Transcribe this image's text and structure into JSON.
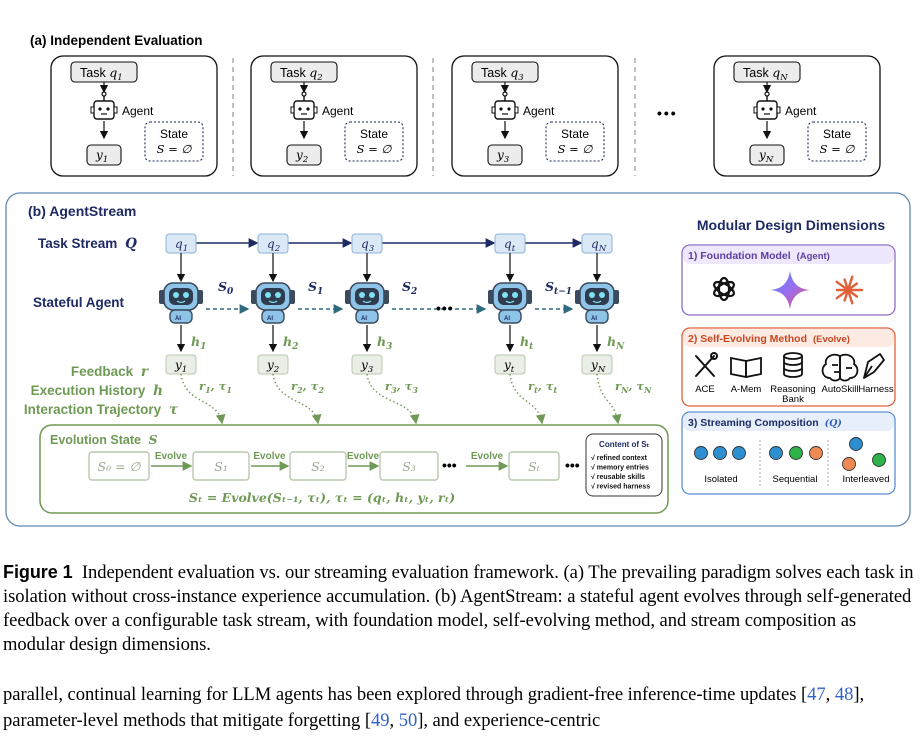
{
  "panel_a": {
    "title": "(a) Independent Evaluation",
    "cards": [
      {
        "task": "Task",
        "sub": "1",
        "out_sub": "1"
      },
      {
        "task": "Task",
        "sub": "2",
        "out_sub": "2"
      },
      {
        "task": "Task",
        "sub": "3",
        "out_sub": "3"
      },
      {
        "task": "Task",
        "sub": "N",
        "out_sub": "N"
      }
    ],
    "agent_label": "Agent",
    "state_label": "State",
    "state_value": "S = ∅",
    "ellipsis": "•••"
  },
  "panel_b": {
    "title": "(b) AgentStream",
    "task_stream_label": "Task Stream",
    "task_stream_symbol": "Q",
    "stateful_agent_label": "Stateful Agent",
    "queries": [
      {
        "base": "q",
        "sub": "1"
      },
      {
        "base": "q",
        "sub": "2"
      },
      {
        "base": "q",
        "sub": "3"
      },
      {
        "base": "q",
        "sub": "t"
      },
      {
        "base": "q",
        "sub": "N"
      }
    ],
    "states": [
      {
        "base": "S",
        "sub": "0"
      },
      {
        "base": "S",
        "sub": "1"
      },
      {
        "base": "S",
        "sub": "2"
      },
      {
        "base": "S",
        "sub": "t−1"
      }
    ],
    "histories": [
      {
        "base": "h",
        "sub": "1"
      },
      {
        "base": "h",
        "sub": "2"
      },
      {
        "base": "h",
        "sub": "3"
      },
      {
        "base": "h",
        "sub": "t"
      },
      {
        "base": "h",
        "sub": "N"
      }
    ],
    "outputs": [
      {
        "base": "y",
        "sub": "1"
      },
      {
        "base": "y",
        "sub": "2"
      },
      {
        "base": "y",
        "sub": "3"
      },
      {
        "base": "y",
        "sub": "t"
      },
      {
        "base": "y",
        "sub": "N"
      }
    ],
    "feedback_pairs": [
      {
        "sub": "1"
      },
      {
        "sub": "2"
      },
      {
        "sub": "3"
      },
      {
        "sub": "t"
      },
      {
        "sub": "N"
      }
    ],
    "feedback_label": "Feedback",
    "feedback_symbol": "r",
    "history_label": "Execution History",
    "history_symbol": "h",
    "trajectory_label": "Interaction Trajectory",
    "trajectory_symbol": "τ",
    "evolution": {
      "title": "Evolution State",
      "symbol": "S",
      "boxes": [
        "S₀ = ∅",
        "S₁",
        "S₂",
        "S₃",
        "Sₜ"
      ],
      "evolve_label": "Evolve",
      "formula": "Sₜ = Evolve(Sₜ₋₁, τₜ), τₜ = (qₜ, hₜ, yₜ, rₜ)",
      "content_title": "Content of Sₜ",
      "content_items": [
        "√  refined context",
        "√  memory entries",
        "√  reusable skills",
        "√  revised harness"
      ]
    },
    "modular": {
      "title": "Modular Design Dimensions",
      "foundation_title": "1) Foundation Model",
      "foundation_sub": "(Agent)",
      "evolve_title": "2) Self-Evolving Method",
      "evolve_sub": "(Evolve)",
      "methods": [
        "ACE",
        "A-Mem",
        "Reasoning\nBank",
        "AutoSkill",
        "Harness"
      ],
      "stream_title": "3) Streaming Composition",
      "stream_sub": "(Q)",
      "compositions": [
        "Isolated",
        "Sequential",
        "Interleaved"
      ]
    },
    "colors": {
      "navy": "#1d2a64",
      "green": "#6f9a55",
      "purple": "#8d6cc4",
      "orange": "#e0603a",
      "blue_light": "#5b8fd6",
      "dot_blue": "#2e8fd0",
      "dot_green": "#2fb24a",
      "dot_orange": "#f08a55"
    }
  },
  "caption": {
    "label": "Figure 1",
    "text": "Independent evaluation vs. our streaming evaluation framework. (a) The prevailing paradigm solves each task in isolation without cross-instance experience accumulation. (b) AgentStream: a stateful agent evolves through self-generated feedback over a configurable task stream, with foundation model, self-evolving method, and stream composition as modular design dimensions."
  },
  "body": {
    "t1": "parallel, continual learning for LLM agents has been explored through gradient-free inference-time updates [",
    "r1": "47",
    "t2": ", ",
    "r2": "48",
    "t3": "], parameter-level methods that mitigate forgetting [",
    "r3": "49",
    "t4": ", ",
    "r4": "50",
    "t5": "], and experience-centric"
  }
}
